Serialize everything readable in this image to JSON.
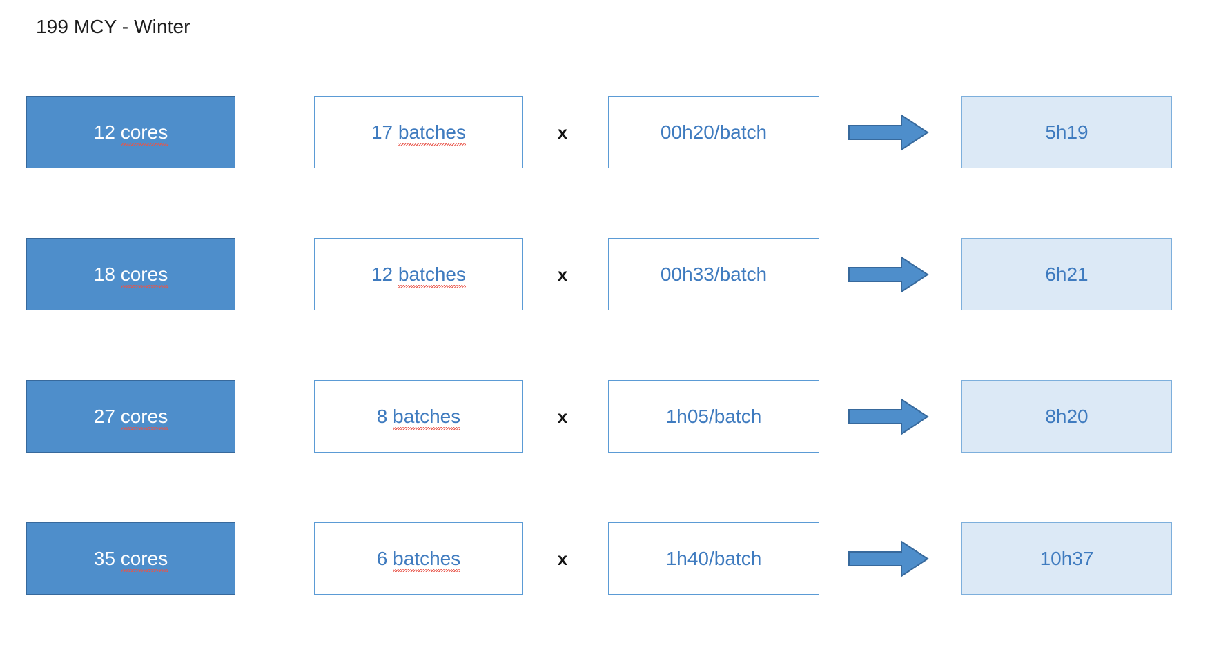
{
  "slide": {
    "title": "199 MCY - Winter",
    "background_color": "#ffffff",
    "accent_color": "#4e8ecb",
    "text_blue": "#3f7bbf",
    "result_fill": "#dce9f6"
  },
  "symbols": {
    "multiply": "x",
    "arrow": "right-block-arrow"
  },
  "rows": [
    {
      "cores": "12 cores",
      "cores_count": "12",
      "cores_unit": "cores",
      "batches": "17 batches",
      "batches_count": "17",
      "batches_unit": "batches",
      "multiply": "x",
      "rate": "00h20/batch",
      "result": "5h19"
    },
    {
      "cores": "18 cores",
      "cores_count": "18",
      "cores_unit": "cores",
      "batches": "12 batches",
      "batches_count": "12",
      "batches_unit": "batches",
      "multiply": "x",
      "rate": "00h33/batch",
      "result": "6h21"
    },
    {
      "cores": "27 cores",
      "cores_count": "27",
      "cores_unit": "cores",
      "batches": "8 batches",
      "batches_count": "8",
      "batches_unit": "batches",
      "multiply": "x",
      "rate": "1h05/batch",
      "result": "8h20"
    },
    {
      "cores": "35 cores",
      "cores_count": "35",
      "cores_unit": "cores",
      "batches": "6 batches",
      "batches_count": "6",
      "batches_unit": "batches",
      "multiply": "x",
      "rate": "1h40/batch",
      "result": "10h37"
    }
  ]
}
